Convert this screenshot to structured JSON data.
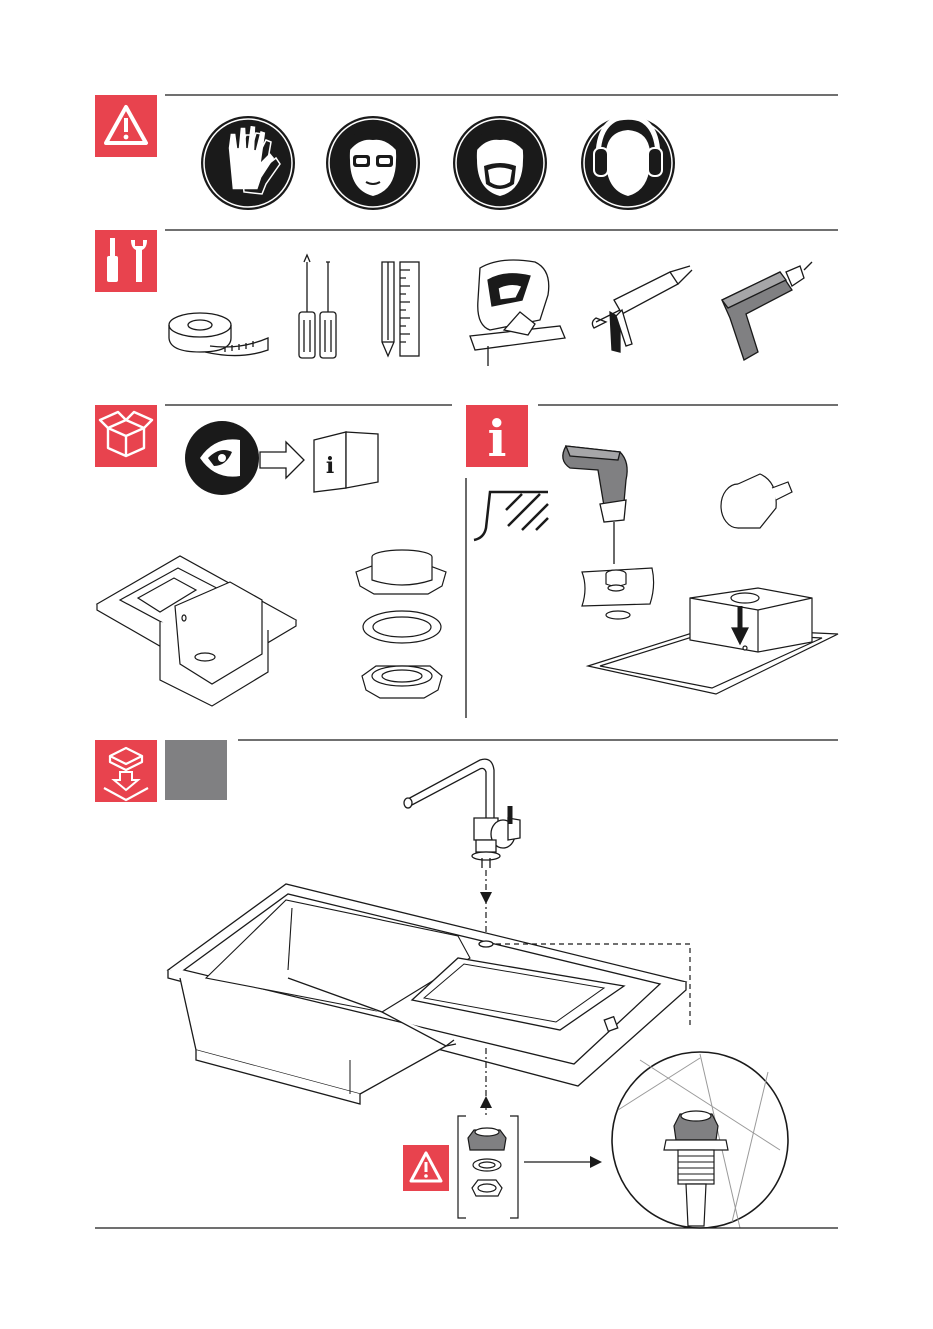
{
  "document": {
    "type": "installation-manual-page",
    "accent_color": "#e8434e",
    "neutral_block_color": "#808082",
    "line_color": "#1a1a1a"
  },
  "sections": {
    "safety": {
      "header_icon": "warning-triangle-icon",
      "ppe": [
        "protective-gloves-icon",
        "safety-goggles-icon",
        "dust-mask-icon",
        "ear-protection-icon"
      ]
    },
    "tools": {
      "header_icon": "screwdriver-wrench-icon",
      "items": [
        "tape-measure-icon",
        "screwdrivers-icon",
        "pencil-ruler-icon",
        "jigsaw-icon",
        "caulking-gun-icon",
        "drill-icon"
      ]
    },
    "package": {
      "header_icon": "open-box-icon",
      "steps": [
        "read-instructions-icon",
        "manual-booklet-icon"
      ],
      "info_glyph": "i",
      "parts": [
        "sink-icon",
        "waste-collar-icon",
        "seal-ring-icon",
        "locking-nut-icon"
      ]
    },
    "info": {
      "header_icon": "info-icon",
      "header_glyph": "i",
      "items": [
        "ceramic-surface-icon",
        "drill-with-bit-icon",
        "hole-saw-icon",
        "drill-template-icon"
      ]
    },
    "installation": {
      "header_icon": "install-sink-icon",
      "items": [
        "mixer-tap-icon",
        "sink-unit-icon",
        "fixing-kit-icon",
        "detail-magnifier-icon"
      ]
    }
  }
}
